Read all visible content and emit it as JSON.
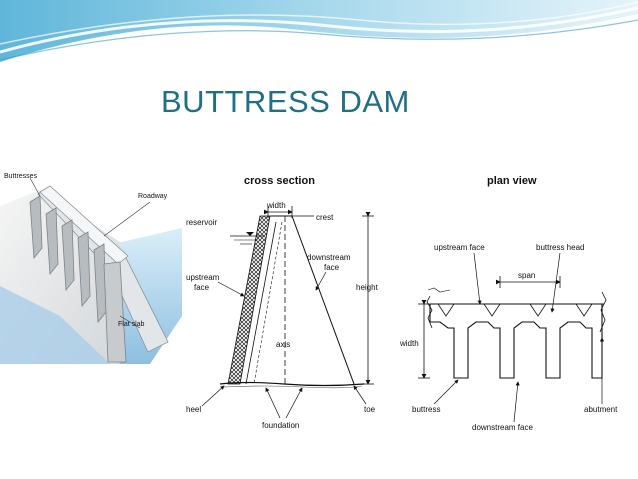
{
  "slide": {
    "title": "BUTTRESS DAM"
  },
  "left_figure": {
    "labels": {
      "buttresses": "Buttresses",
      "roadway": "Roadway",
      "flat_slab": "Flat slab"
    }
  },
  "cross_section": {
    "heading": "cross section",
    "labels": {
      "width": "width",
      "reservoir": "reservoir",
      "crest": "crest",
      "downstream_1": "downstream",
      "downstream_2": "face",
      "upstream_1": "upstream",
      "upstream_2": "face",
      "height": "height",
      "axis": "axis",
      "heel": "heel",
      "toe": "toe",
      "foundation": "foundation"
    }
  },
  "plan_view": {
    "heading": "plan view",
    "labels": {
      "upstream_face": "upstream face",
      "buttress_head": "buttress head",
      "span": "span",
      "width": "width",
      "buttress": "buttress",
      "abutment": "abutment",
      "downstream_face": "downstream face"
    }
  },
  "colors": {
    "title": "#1f6f86",
    "wave_light": "#cfe9f4",
    "wave_mid": "#9fd2e8",
    "wave_dark": "#4aa8cf",
    "water": "#9cc9e6",
    "concrete": "#cfd3d6"
  }
}
